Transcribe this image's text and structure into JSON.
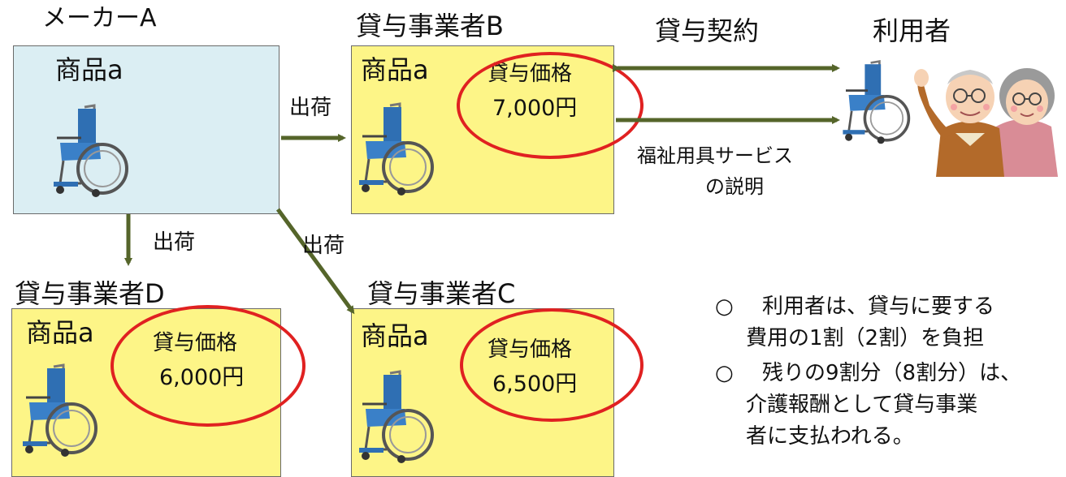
{
  "maker": {
    "title": "メーカーA",
    "product": "商品a"
  },
  "vendor_b": {
    "title": "貸与事業者B",
    "product": "商品a",
    "price_label": "貸与価格",
    "price": "7,000円"
  },
  "vendor_c": {
    "title": "貸与事業者C",
    "product": "商品a",
    "price_label": "貸与価格",
    "price": "6,500円"
  },
  "vendor_d": {
    "title": "貸与事業者D",
    "product": "商品a",
    "price_label": "貸与価格",
    "price": "6,000円"
  },
  "shipments": {
    "to_b": "出荷",
    "to_d": "出荷",
    "to_c": "出荷"
  },
  "contract_label": "貸与契約",
  "service_label": {
    "line1": "福祉用具サービス",
    "line2": "の説明"
  },
  "user_label": "利用者",
  "notes": [
    {
      "marker": "○",
      "line1": "利用者は、貸与に要する",
      "line2": "費用の1割（2割）を負担"
    },
    {
      "marker": "○",
      "line1": "残りの9割分（8割分）は、",
      "line2": "介護報酬として貸与事業",
      "line3": "者に支払われる。"
    }
  ],
  "colors": {
    "maker_fill": "#dbeef3",
    "vendor_fill": "#fdf587",
    "arrow": "#55652a",
    "highlight": "#e02121",
    "wheelchair": "#2f6fb3"
  },
  "icons": [
    "wheelchair-icon",
    "elderly-couple-icon"
  ]
}
